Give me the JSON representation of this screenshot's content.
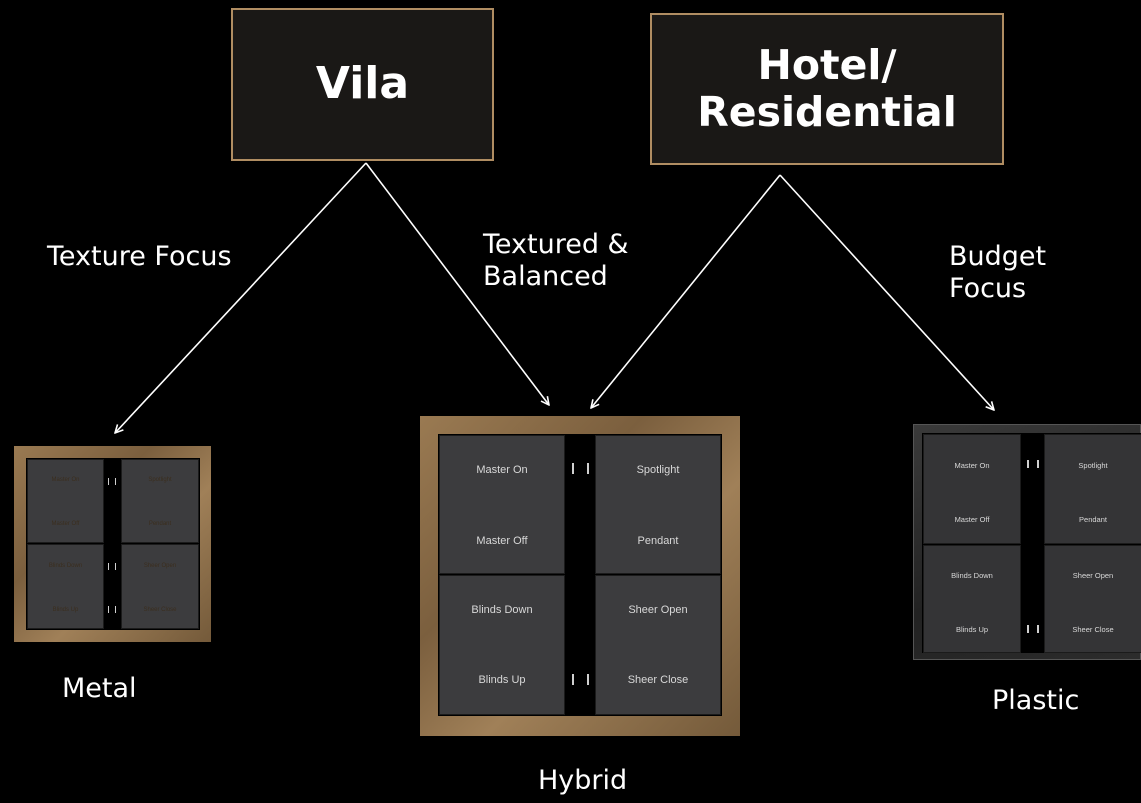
{
  "boxes": {
    "vila": "Vila",
    "hotel_line1": "Hotel/",
    "hotel_line2": "Residential"
  },
  "edges": {
    "texture_focus": "Texture Focus",
    "textured_line1": "Textured &",
    "textured_line2": "Balanced",
    "budget_line1": "Budget",
    "budget_line2": "Focus"
  },
  "products": {
    "metal": "Metal",
    "hybrid": "Hybrid",
    "plastic": "Plastic"
  },
  "panel_buttons": {
    "master_on": "Master On",
    "master_off": "Master Off",
    "spotlight": "Spotlight",
    "pendant": "Pendant",
    "blinds_down": "Blinds Down",
    "blinds_up": "Blinds Up",
    "sheer_open": "Sheer Open",
    "sheer_close": "Sheer Close"
  }
}
